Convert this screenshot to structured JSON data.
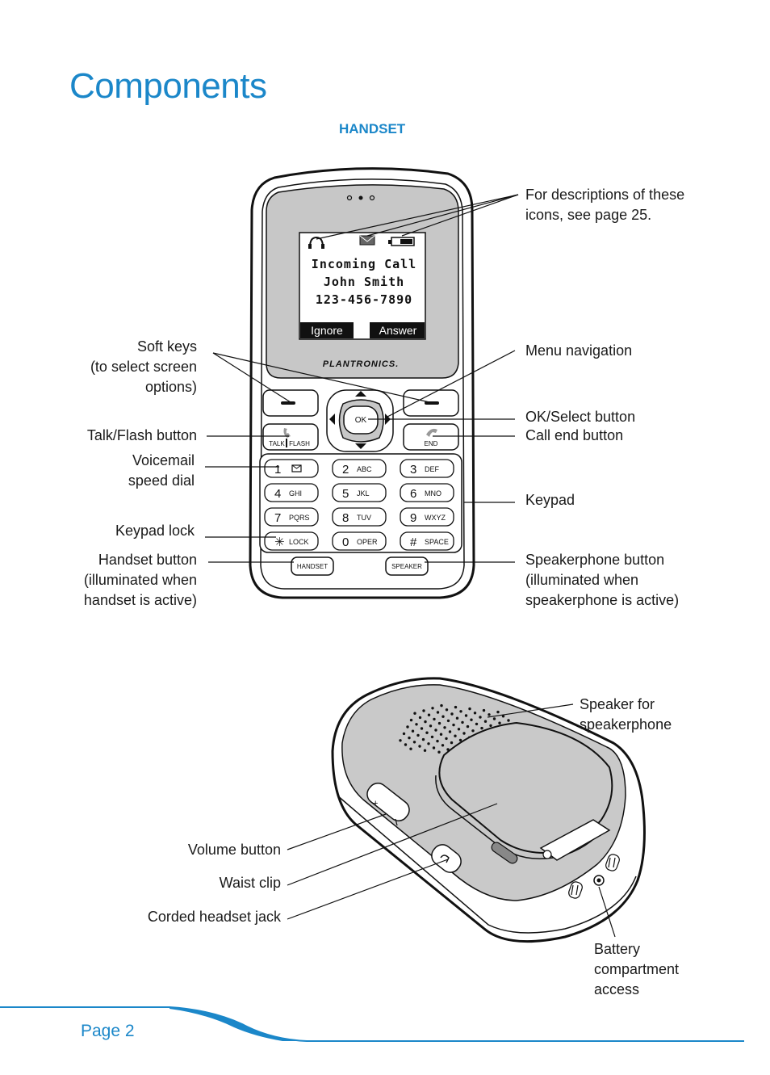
{
  "page": {
    "title": "Components",
    "section_label": "HANDSET",
    "page_number": "Page 2",
    "accent_color": "#1b87c9"
  },
  "handset": {
    "brand": "PLANTRONICS.",
    "screen": {
      "line1": "Incoming Call",
      "line2": "John Smith",
      "line3": "123-456-7890",
      "softkey_left": "Ignore",
      "softkey_right": "Answer"
    },
    "nav_ok_label": "OK",
    "talk_label": "TALK",
    "flash_label": "FLASH",
    "end_label": "END",
    "handset_label": "HANDSET",
    "speaker_label": "SPEAKER",
    "keys": [
      {
        "digit": "1",
        "letters": ""
      },
      {
        "digit": "2",
        "letters": "ABC"
      },
      {
        "digit": "3",
        "letters": "DEF"
      },
      {
        "digit": "4",
        "letters": "GHI"
      },
      {
        "digit": "5",
        "letters": "JKL"
      },
      {
        "digit": "6",
        "letters": "MNO"
      },
      {
        "digit": "7",
        "letters": "PQRS"
      },
      {
        "digit": "8",
        "letters": "TUV"
      },
      {
        "digit": "9",
        "letters": "WXYZ"
      },
      {
        "digit": "✳",
        "letters": "LOCK"
      },
      {
        "digit": "0",
        "letters": "OPER"
      },
      {
        "digit": "#",
        "letters": "SPACE"
      }
    ]
  },
  "callouts": {
    "icons_desc_1": "For descriptions of these",
    "icons_desc_2": "icons, see page 25.",
    "soft_keys_1": "Soft keys",
    "soft_keys_2": "(to select screen",
    "soft_keys_3": "options)",
    "menu_navigation": "Menu navigation",
    "ok_select": "OK/Select button",
    "call_end": "Call end button",
    "talk_flash": "Talk/Flash button",
    "voicemail_1": "Voicemail",
    "voicemail_2": "speed dial",
    "keypad": "Keypad",
    "keypad_lock": "Keypad lock",
    "handset_btn_1": "Handset button",
    "handset_btn_2": "(illuminated when",
    "handset_btn_3": "handset is active)",
    "speaker_btn_1": "Speakerphone button",
    "speaker_btn_2": "(illuminated when",
    "speaker_btn_3": "speakerphone is active)",
    "speaker_for_1": "Speaker for",
    "speaker_for_2": "speakerphone",
    "volume": "Volume button",
    "waist_clip": "Waist clip",
    "headset_jack": "Corded headset jack",
    "battery_1": "Battery",
    "battery_2": "compartment",
    "battery_3": "access"
  }
}
